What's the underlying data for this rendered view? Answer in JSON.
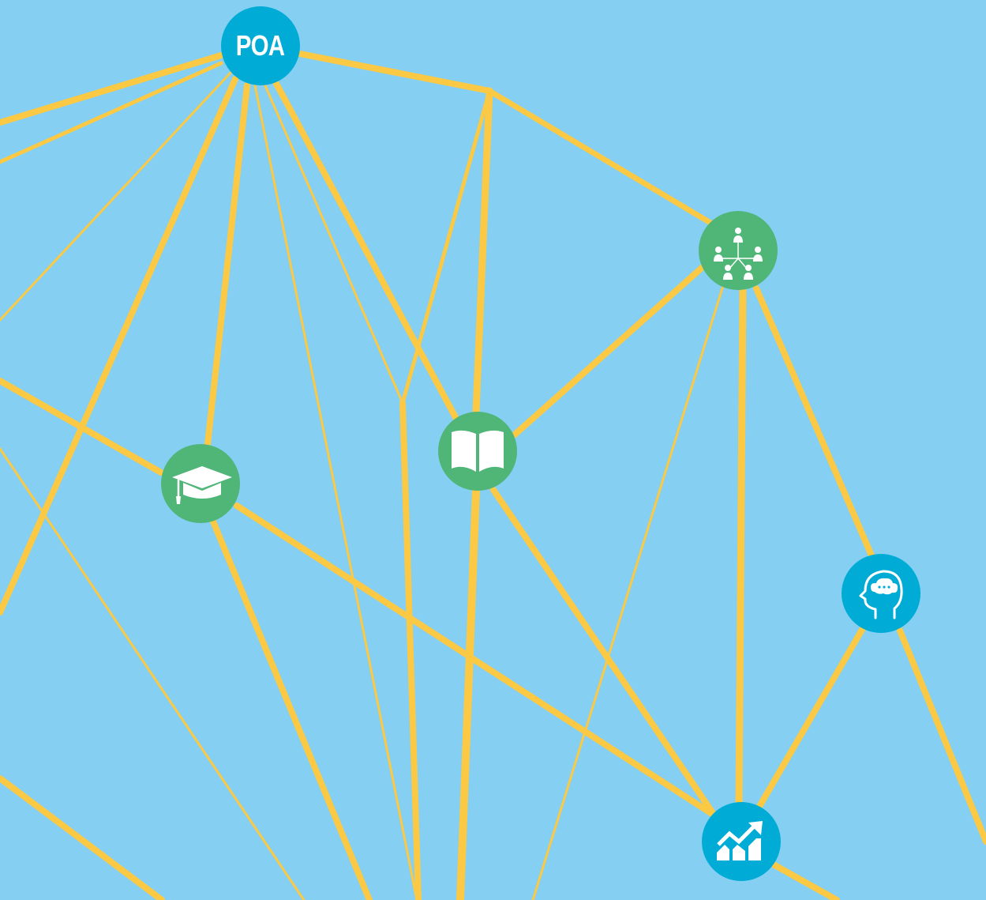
{
  "colors": {
    "background": "#85cff3",
    "edge": "#fbc943",
    "node_blue": "#00acd6",
    "node_green": "#50b677",
    "icon": "#ffffff"
  },
  "nodes": [
    {
      "id": "poa",
      "label": "POA",
      "color": "node_blue"
    },
    {
      "id": "graduation",
      "icon": "graduation-cap-icon",
      "color": "node_green"
    },
    {
      "id": "book",
      "icon": "open-book-icon",
      "color": "node_green"
    },
    {
      "id": "network",
      "icon": "people-network-icon",
      "color": "node_green"
    },
    {
      "id": "mind",
      "icon": "head-thought-icon",
      "color": "node_blue"
    },
    {
      "id": "growth",
      "icon": "growth-chart-icon",
      "color": "node_blue"
    }
  ]
}
